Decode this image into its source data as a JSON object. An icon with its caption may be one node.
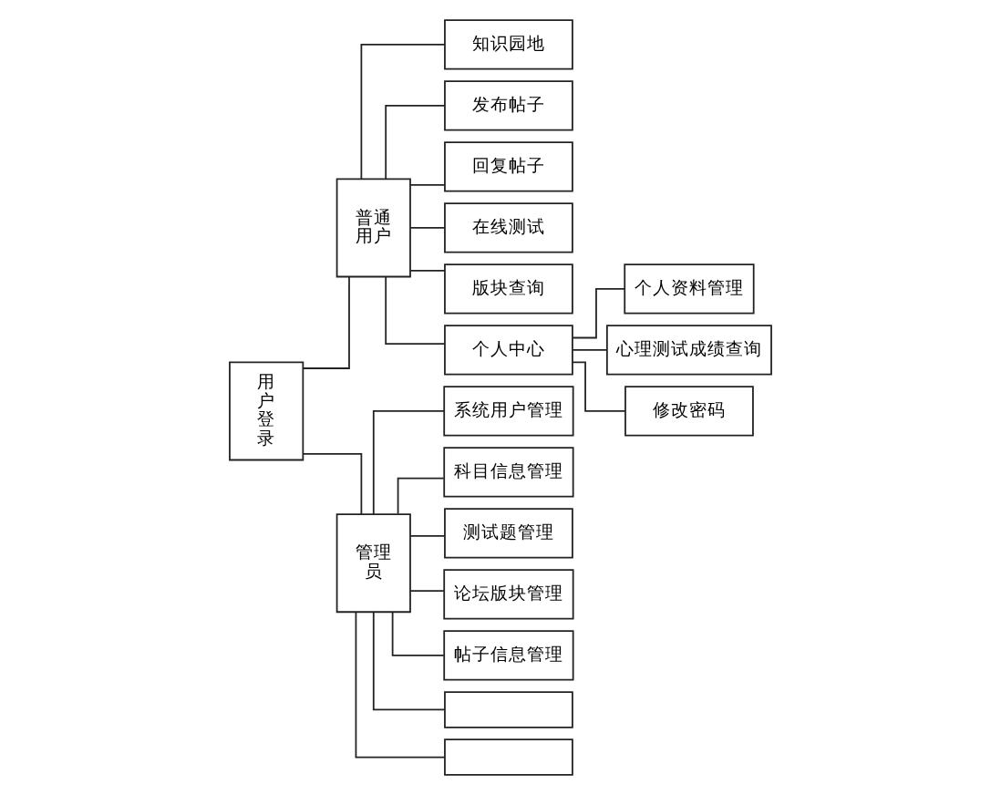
{
  "diagram": {
    "nodes": [
      {
        "text": [
          "用户登录"
        ]
      },
      {
        "text": [
          "普通用户"
        ]
      },
      {
        "text": [
          "知识园地"
        ]
      },
      {
        "text": [
          "发布帖子"
        ]
      },
      {
        "text": [
          "回复帖子"
        ]
      },
      {
        "text": [
          "在线测试"
        ]
      },
      {
        "text": [
          "版块查询"
        ]
      },
      {
        "text": [
          "个人中心"
        ]
      },
      {
        "text": [
          "个人资料管理"
        ]
      },
      {
        "text": [
          "心理测试成绩查询"
        ]
      },
      {
        "text": [
          "修改密码"
        ]
      },
      {
        "text": [
          "管理员"
        ]
      },
      {
        "text": [
          "系统用户管理"
        ]
      },
      {
        "text": [
          "科目信息管理"
        ]
      },
      {
        "text": [
          "测试题管理"
        ]
      },
      {
        "text": [
          "论坛版块管理"
        ]
      },
      {
        "text": [
          "帖子信息管理"
        ]
      },
      {
        "text": [],
        "shape": "box"
      },
      {
        "text": [],
        "shape": "box"
      }
    ],
    "edges": [
      {
        "from": 0,
        "to": 1,
        "arrow": "none"
      },
      {
        "from": 0,
        "to": 11,
        "arrow": "none"
      },
      {
        "from": 1,
        "to": 2,
        "arrow": "none"
      },
      {
        "from": 1,
        "to": 3,
        "arrow": "none"
      },
      {
        "from": 1,
        "to": 4,
        "arrow": "none"
      },
      {
        "from": 1,
        "to": 5,
        "arrow": "none"
      },
      {
        "from": 1,
        "to": 6,
        "arrow": "none"
      },
      {
        "from": 1,
        "to": 7,
        "arrow": "none"
      },
      {
        "from": 7,
        "to": 8,
        "arrow": "none"
      },
      {
        "from": 7,
        "to": 9,
        "arrow": "none"
      },
      {
        "from": 7,
        "to": 10,
        "arrow": "none"
      },
      {
        "from": 11,
        "to": 12,
        "arrow": "none"
      },
      {
        "from": 11,
        "to": 13,
        "arrow": "none"
      },
      {
        "from": 11,
        "to": 14,
        "arrow": "none"
      },
      {
        "from": 11,
        "to": 15,
        "arrow": "none"
      },
      {
        "from": 11,
        "to": 16,
        "arrow": "none"
      },
      {
        "from": 11,
        "to": 17,
        "arrow": "none"
      },
      {
        "from": 11,
        "to": 18,
        "arrow": "none"
      }
    ]
  }
}
